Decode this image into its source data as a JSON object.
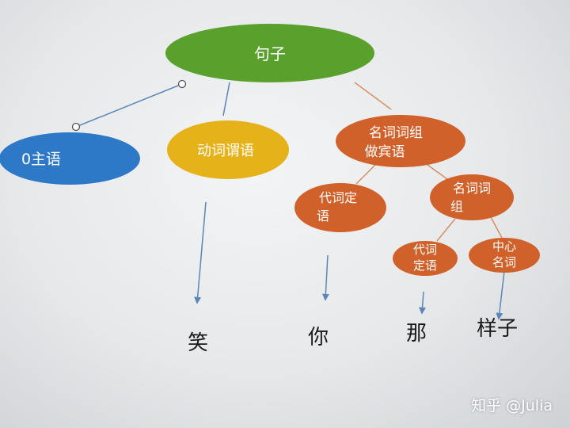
{
  "colors": {
    "green": "#5aa02c",
    "blue": "#2e78c8",
    "yellow": "#e5b21a",
    "orange": "#d0612a",
    "line": "#5b86b8",
    "orange_line": "#d59060"
  },
  "nodes": {
    "root": "句子",
    "subject": "0主语",
    "predicate": "动词谓语",
    "object_line1": "名词词组",
    "object_line2": "做宾语",
    "pron_det1_line1": "代词定",
    "pron_det1_line2": "语",
    "np_line1": "名词词",
    "np_line2": "组",
    "pron_det2_line1": "代词",
    "pron_det2_line2": "定语",
    "head_line1": "中心",
    "head_line2": "名词"
  },
  "leaves": {
    "w1": "笑",
    "w2": "你",
    "w3": "那",
    "w4": "样子"
  },
  "watermark": "知乎 @Julia"
}
